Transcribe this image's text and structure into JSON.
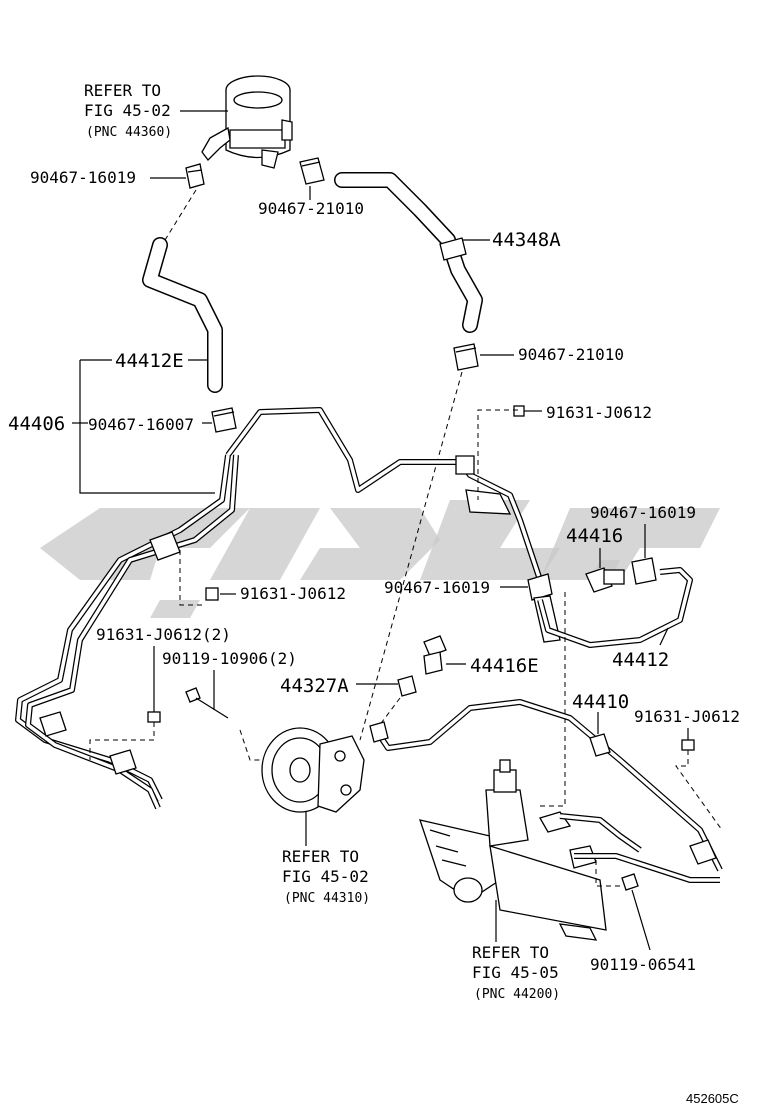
{
  "diagram_id": "452605C",
  "labels": {
    "reservoir_ref_1": "REFER TO",
    "reservoir_ref_2": "FIG 45-02",
    "reservoir_ref_3": "(PNC 44360)",
    "clamp_left_top": "90467-16019",
    "clamp_mid_top": "90467-21010",
    "hose_44348a": "44348A",
    "clamp_21010_b": "90467-21010",
    "hose_44412e": "44412E",
    "assy_44406": "44406",
    "clamp_16007": "90467-16007",
    "bolt_right_top": "91631-J0612",
    "clamp_16019_right": "90467-16019",
    "union_44416": "44416",
    "clamp_16019_mid": "90467-16019",
    "bolt_left_mid": "91631-J0612",
    "hose_44412": "44412",
    "bolt_left_2": "91631-J0612(2)",
    "bolt_10906": "90119-10906(2)",
    "union_44416e": "44416E",
    "gasket_44327a": "44327A",
    "pipe_44410": "44410",
    "bolt_right_low": "91631-J0612",
    "pump_ref_1": "REFER TO",
    "pump_ref_2": "FIG 45-02",
    "pump_ref_3": "(PNC 44310)",
    "gear_ref_1": "REFER TO",
    "gear_ref_2": "FIG 45-05",
    "gear_ref_3": "(PNC 44200)",
    "bolt_06541": "90119-06541"
  },
  "watermark_color": "#c8c8c8",
  "line_color": "#000000"
}
